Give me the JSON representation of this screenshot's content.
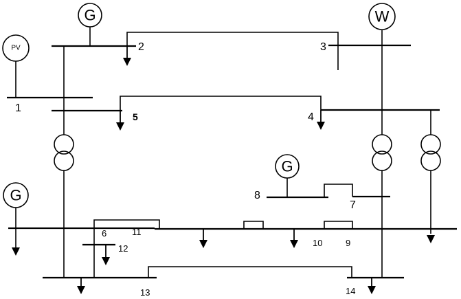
{
  "buses": {
    "b1": "1",
    "b2": "2",
    "b3": "3",
    "b4": "4",
    "b5": "5",
    "b6": "6",
    "b7": "7",
    "b8": "8",
    "b9": "9",
    "b10": "10",
    "b11": "11",
    "b12": "12",
    "b13": "13",
    "b14": "14"
  },
  "sources": {
    "pv": "PV",
    "gen_top": "G",
    "wind": "W",
    "gen_bus8": "G",
    "gen_left": "G"
  }
}
